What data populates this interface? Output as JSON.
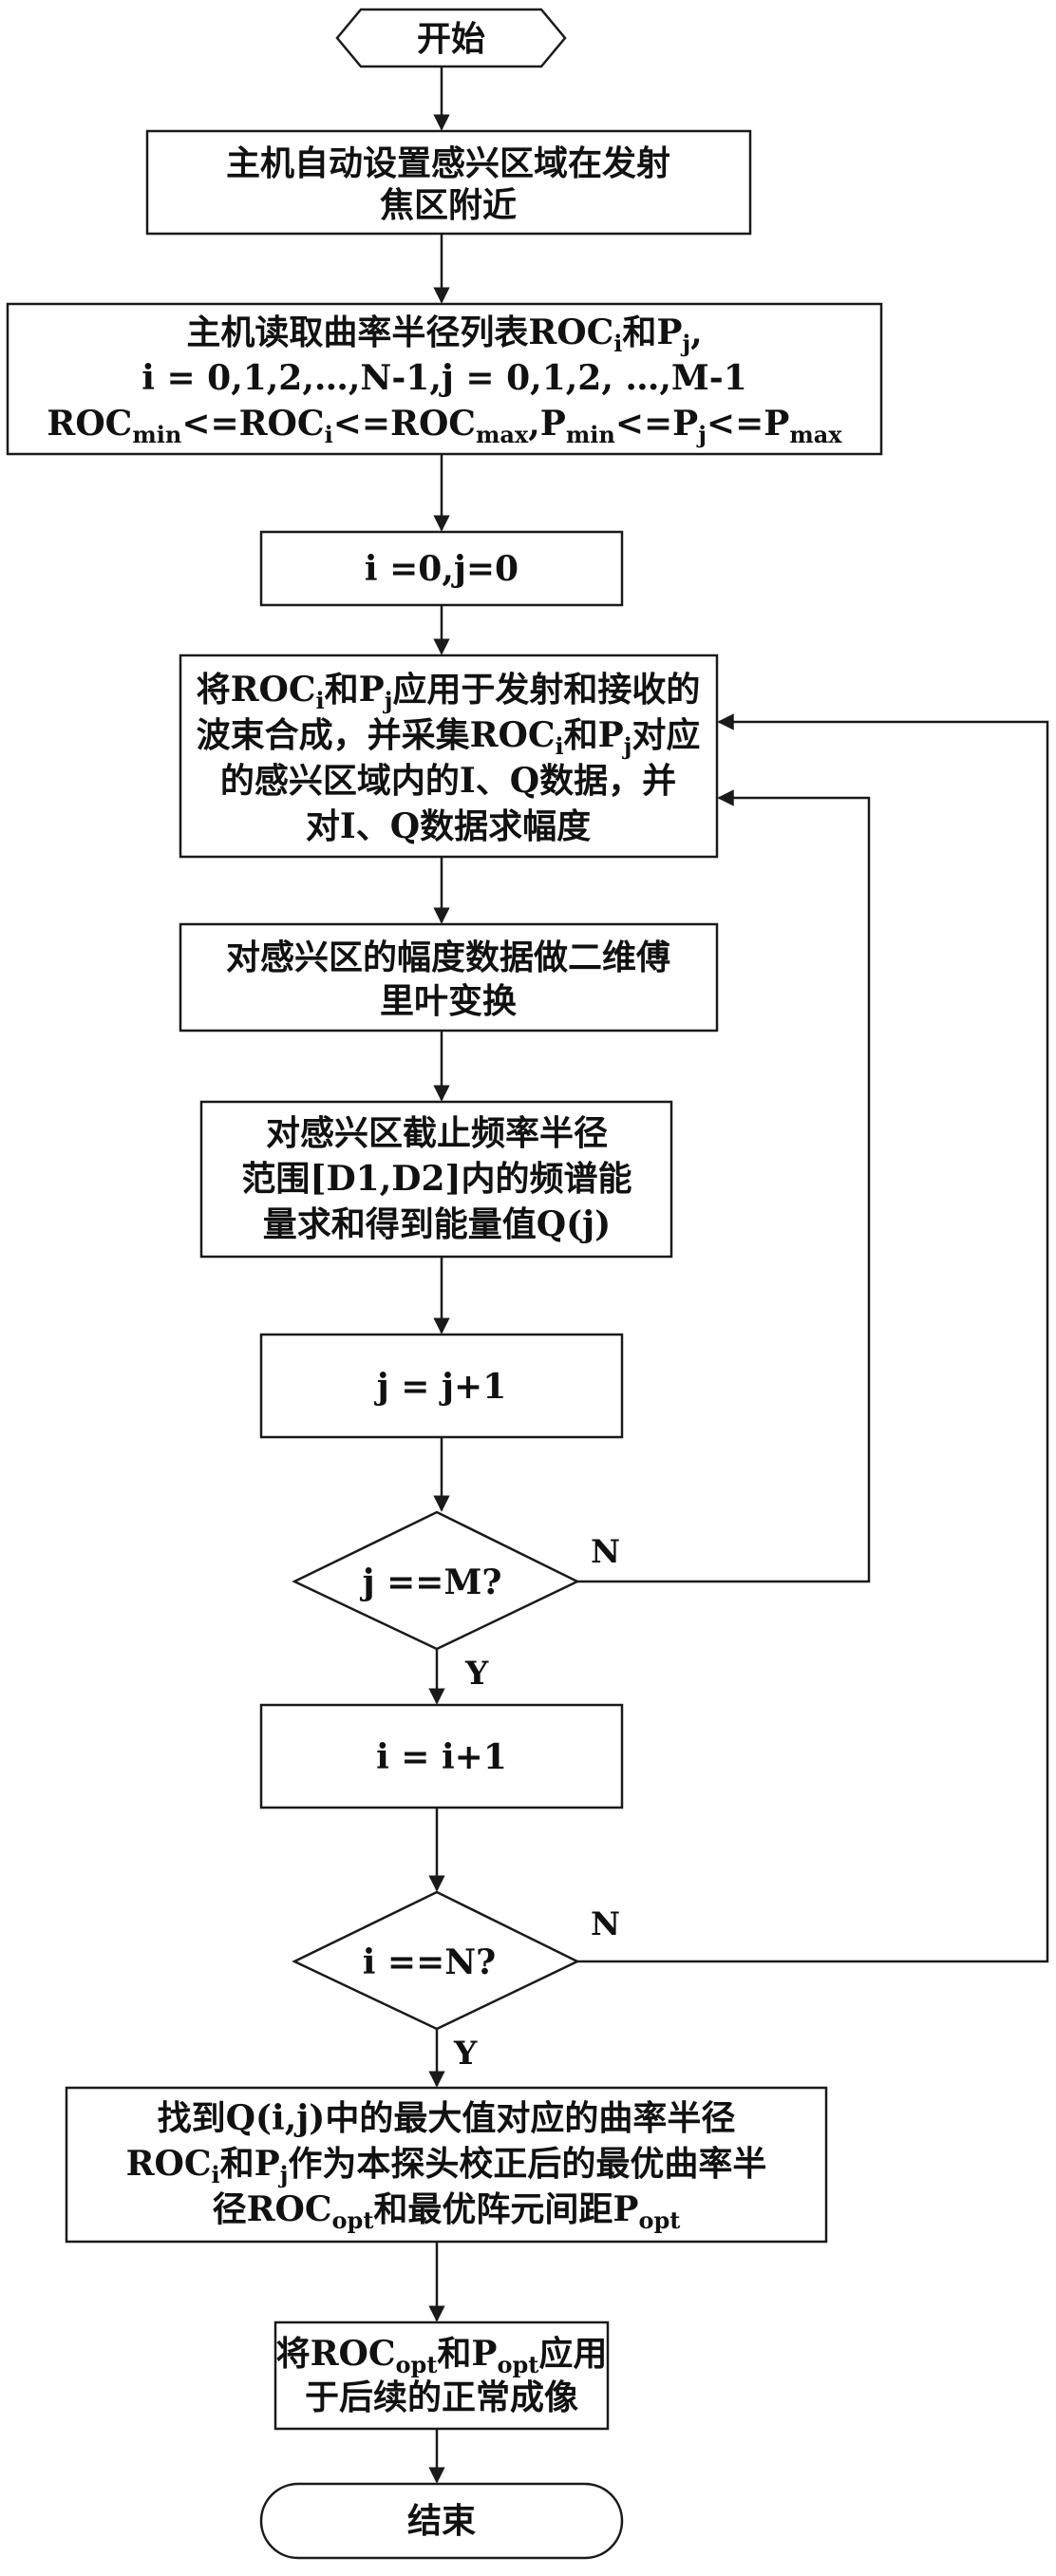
{
  "nodes": {
    "start": {
      "label": "开始"
    },
    "step1": {
      "lines": [
        "主机自动设置感兴区域在发射",
        "焦区附近"
      ]
    },
    "step2": {
      "lines": [
        [
          {
            "t": "主机读取曲率半径列表ROC"
          },
          {
            "s": "i"
          },
          {
            "t": "和P"
          },
          {
            "s": "j"
          },
          {
            "t": ","
          }
        ],
        [
          {
            "t": "i = 0,1,2,…,N-1,j = 0,1,2, …,M-1"
          }
        ],
        [
          {
            "t": "ROC"
          },
          {
            "s": "min"
          },
          {
            "t": "<=ROC"
          },
          {
            "s": "i"
          },
          {
            "t": "<=ROC"
          },
          {
            "s": "max"
          },
          {
            "t": ",P"
          },
          {
            "s": "min"
          },
          {
            "t": "<=P"
          },
          {
            "s": "j"
          },
          {
            "t": "<=P"
          },
          {
            "s": "max"
          }
        ]
      ]
    },
    "init": {
      "label": "i =0,j=0"
    },
    "step3": {
      "lines": [
        [
          {
            "t": "将ROC"
          },
          {
            "s": "i"
          },
          {
            "t": "和P"
          },
          {
            "s": "j"
          },
          {
            "t": "应用于发射和接收的"
          }
        ],
        [
          {
            "t": "波束合成，并采集ROC"
          },
          {
            "s": "i"
          },
          {
            "t": "和P"
          },
          {
            "s": "j"
          },
          {
            "t": "对应"
          }
        ],
        [
          {
            "t": "的感兴区域内的I、Q数据，并"
          }
        ],
        [
          {
            "t": "对I、Q数据求幅度"
          }
        ]
      ]
    },
    "step4": {
      "lines": [
        "对感兴区的幅度数据做二维傅",
        "里叶变换"
      ]
    },
    "step5": {
      "lines": [
        "对感兴区截止频率半径",
        "范围[D1,D2]内的频谱能",
        "量求和得到能量值Q(j)"
      ]
    },
    "incj": {
      "label": "j = j+1"
    },
    "decj": {
      "label": "j ==M?"
    },
    "inci": {
      "label": "i = i+1"
    },
    "deci": {
      "label": "i ==N?"
    },
    "step6": {
      "lines": [
        [
          {
            "t": "找到Q(i,j)中的最大值对应的曲率半径"
          }
        ],
        [
          {
            "t": "ROC"
          },
          {
            "s": "i"
          },
          {
            "t": "和P"
          },
          {
            "s": "j"
          },
          {
            "t": "作为本探头校正后的最优曲率半"
          }
        ],
        [
          {
            "t": "径ROC"
          },
          {
            "s": "opt"
          },
          {
            "t": "和最优阵元间距P"
          },
          {
            "s": "opt"
          }
        ]
      ]
    },
    "step7": {
      "lines": [
        [
          {
            "t": "将ROC"
          },
          {
            "s": "opt"
          },
          {
            "t": "和P"
          },
          {
            "s": "opt"
          },
          {
            "t": "应用"
          }
        ],
        [
          {
            "t": "于后续的正常成像"
          }
        ]
      ]
    },
    "end": {
      "label": "结束"
    }
  },
  "edges": {
    "decj_no": "N",
    "decj_yes": "Y",
    "deci_no": "N",
    "deci_yes": "Y"
  }
}
